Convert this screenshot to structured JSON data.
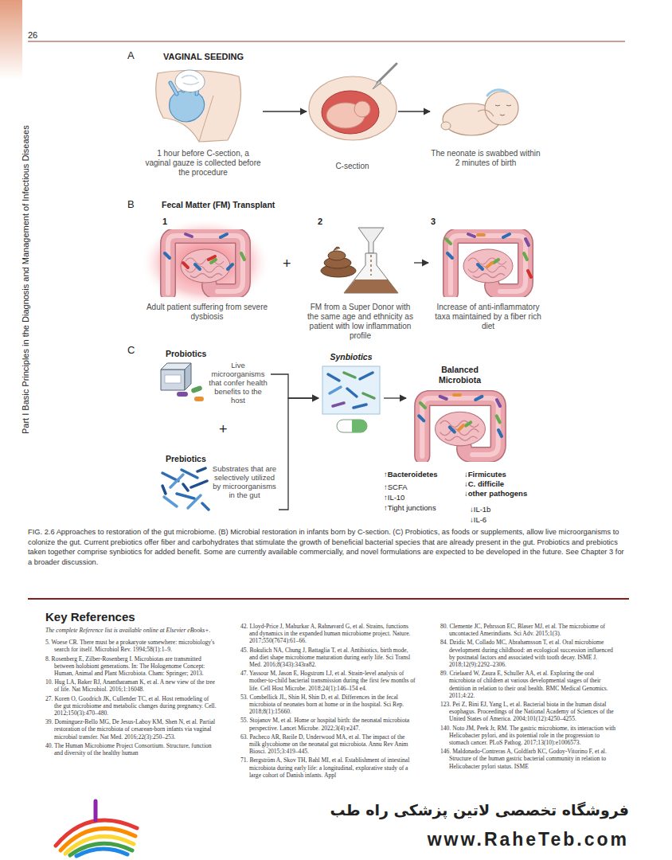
{
  "diagram": {
    "caption": "FIG. 2.6 Approaches to restoration of the gut microbiome. (B) Microbial restoration in infants born by C-section. (C) Probiotics, as foods or supplements, allow live microorganisms to colonize the gut. Current prebiotics offer fiber and carbohydrates that stimulate the growth of beneficial bacterial species that are already present in the gut. Probiotics and prebiotics taken together comprise synbiotics for added benefit. Some are currently available commercially, and novel formulations are expected to be developed in the future. See Chapter 3 for a broader discussion.",
    "nodes": [
      {
        "text": [
          "1 hour before C-section, a vaginal gauze is collected before the procedure"
        ]
      },
      {
        "text": [
          "C-section"
        ]
      },
      {
        "text": [
          "The neonate is swabbed within 2 minutes of birth"
        ]
      },
      {
        "text": [
          "1",
          "Adult patient suffering from severe dysbiosis"
        ]
      },
      {
        "text": [
          "2",
          "FM from a Super Donor with the same age and ethnicity as patient with low inflammation profile"
        ]
      },
      {
        "text": [
          "3",
          "Increase of anti-inflammatory taxa maintained by a fiber rich diet"
        ]
      },
      {
        "text": [
          "Probiotics",
          "Live microorganisms that confer health benefits to the host"
        ]
      },
      {
        "text": [
          "Prebiotics",
          "Substrates that are selectively utilized by microorganisms in the gut"
        ]
      },
      {
        "text": [
          "Synbiotics"
        ]
      },
      {
        "text": [
          "Balanced Microbiota"
        ]
      }
    ],
    "edges": [
      {
        "from": 0,
        "to": 1,
        "arrow": "to"
      },
      {
        "from": 1,
        "to": 2,
        "arrow": "to"
      },
      {
        "from": 4,
        "to": 5,
        "arrow": "to"
      },
      {
        "from": 6,
        "to": 8,
        "arrow": "to"
      },
      {
        "from": 7,
        "to": 8,
        "arrow": "to"
      },
      {
        "from": 8,
        "to": 9,
        "arrow": "to"
      }
    ],
    "labels": [
      "26",
      "Part I Basic Principles in the Diagnosis and Management of Infectious Diseases",
      "A",
      "VAGINAL SEEDING",
      "B",
      "Fecal Matter (FM) Transplant",
      "+",
      "C",
      "+",
      "↑Bacteroidetes",
      "↑SCFA",
      "↑IL-10",
      "↑Tight junctions",
      "↓Firmicutes",
      "↓C. difficile",
      "↓other pathogens",
      "↓IL-1b",
      "↓IL-6",
      "Key References",
      "The complete Reference list is available online at Elsevier eBooks+.",
      "5. Woese CR. There must be a prokaryote somewhere: microbiology's search for itself. Microbiol Rev. 1994;58(1):1–9.",
      "8. Rosenberg E, Zilber-Rosenberg I. Microbiotas are transmitted between holobiont generations. In: The Hologenome Concept: Human, Animal and Plant Microbiota. Cham: Springer; 2013.",
      "10. Hug LA, Baker BJ, Anantharaman K, et al. A new view of the tree of life. Nat Microbiol. 2016;1:16048.",
      "27. Koren O, Goodrich JK, Cullender TC, et al. Host remodeling of the gut microbiome and metabolic changes during pregnancy. Cell. 2012;150(3):470–480.",
      "39. Dominguez-Bello MG, De Jesus-Laboy KM, Shen N, et al. Partial restoration of the microbiota of cesarean-born infants via vaginal microbial transfer. Nat Med. 2016;22(3):250–253.",
      "40. The Human Microbiome Project Consortium. Structure, function and diversity of the healthy human",
      "42. Lloyd-Price J, Mahurkar A, Rahnavard G, et al. Strains, functions and dynamics in the expanded human microbiome project. Nature. 2017;550(7674):61–66.",
      "45. Bokulich NA, Chung J, Battaglia T, et al. Antibiotics, birth mode, and diet shape microbiome maturation during early life. Sci Transl Med. 2016;8(343):343ra82.",
      "47. Yassour M, Jason E, Hogstrom LJ, et al. Strain-level analysis of mother-to-child bacterial transmission during the first few months of life. Cell Host Microbe. 2018;24(1):146–154 e4.",
      "53. Combellick JL, Shin H, Shin D, et al. Differences in the fecal microbiota of neonates born at home or in the hospital. Sci Rep. 2018;8(1):15660.",
      "55. Stojanov M, et al. Home or hospital birth: the neonatal microbiota perspective. Lancet Microbe. 2022;3(4):e247.",
      "63. Pacheco AR, Barile D, Underwood MA, et al. The impact of the milk glycobiome on the neonatal gut microbiota. Annu Rev Anim Biosci. 2015;3:419–445.",
      "71. Bergström A, Skov TH, Bahl MI, et al. Establishment of intestinal microbiota during early life: a longitudinal, explorative study of a large cohort of Danish infants. Appl",
      "80. Clemente JC, Pehrsson EC, Blaser MJ, et al. The microbiome of uncontacted Amerindians. Sci Adv. 2015;1(3).",
      "84. Dzidic M, Collado MC, Abrahamsson T, et al. Oral microbiome development during childhood: an ecological succession influenced by postnatal factors and associated with tooth decay. ISME J. 2018;12(9):2292–2306.",
      "89. Crielaard W, Zaura E, Schuller AA, et al. Exploring the oral microbiota of children at various developmental stages of their dentition in relation to their oral health. BMC Medical Genomics. 2011;4:22.",
      "123. Pei Z, Bini EJ, Yang L, et al. Bacterial biota in the human distal esophagus. Proceedings of the National Academy of Sciences of the United States of America. 2004;101(12):4250–4255.",
      "140. Noto JM, Peek Jr, RM. The gastric microbiome, its interaction with Helicobacter pylori, and its potential role in the progression to stomach cancer. PLoS Pathog. 2017;13(10):e1006573.",
      "146. Maldonado-Contreras A, Goldfarb KC, Godoy-Vitorino F, et al. Structure of the human gastric bacterial community in relation to Helicobacter pylori status. ISME",
      "فروشگاه تخصصی لاتین پزشکی راه طب",
      "www.RaheTeb.com"
    ]
  }
}
